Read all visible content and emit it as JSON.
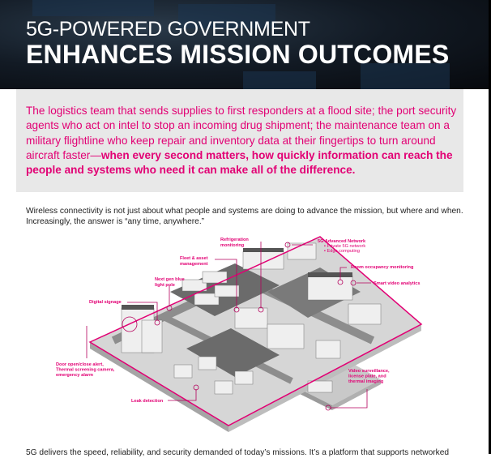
{
  "hero": {
    "title_line1": "5G-POWERED GOVERNMENT",
    "title_line2": "ENHANCES MISSION OUTCOMES"
  },
  "intro": {
    "text": "The logistics team that sends supplies to first responders at a flood site; the port security agents who act on intel to stop an incoming drug shipment; the maintenance team on a military flightline who keep repair and inventory data at their fingertips to turn around aircraft faster—",
    "emphasis": "when every second matters, how quickly information can reach the people and systems who need it can make all of the difference."
  },
  "body": {
    "paragraph1": "Wireless connectivity is not just about what people and systems are doing to advance the mission, but where and when. Increasingly, the answer is “any time, anywhere.”",
    "paragraph2": "5G delivers the speed, reliability, and security demanded of today’s missions. It’s a platform that supports networked"
  },
  "illustration": {
    "accent": "#e20074",
    "labels": {
      "refrigeration_1": "Refrigeration",
      "refrigeration_2": "monitoring",
      "fleet_1": "Fleet & asset",
      "fleet_2": "management",
      "bluelight_1": "Next gen blue",
      "bluelight_2": "light pole",
      "signage": "Digital signage",
      "network_title": "5G Advanced Network",
      "network_item1": "Private 5G network",
      "network_item2": "Edge computing",
      "occupancy": "Room occupancy monitoring",
      "video_analytics": "Smart video analytics",
      "door_1": "Door open/close alert,",
      "door_2": "Thermal screening camera,",
      "door_3": "emergency alarm",
      "leak": "Leak detection",
      "surveillance_1": "Video surveillance,",
      "surveillance_2": "license plate, and",
      "surveillance_3": "thermal imaging"
    }
  }
}
